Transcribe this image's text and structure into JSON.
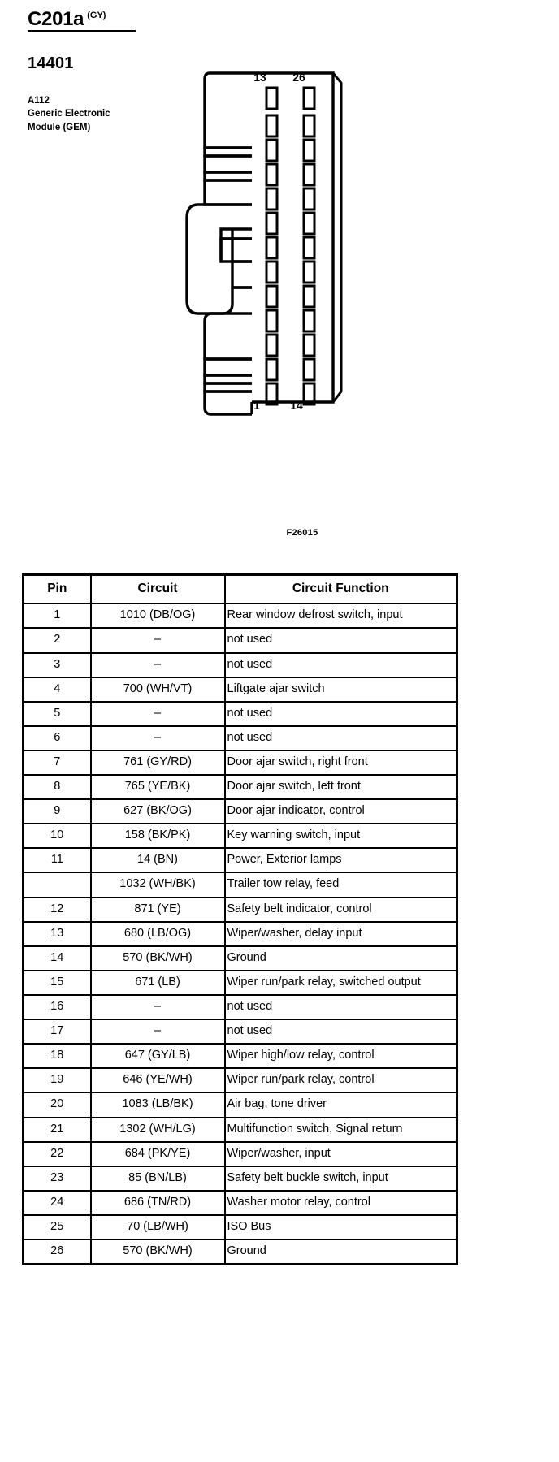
{
  "header": {
    "connector_id": "C201a",
    "connector_color": "(GY)",
    "part_number": "14401",
    "component_code": "A112",
    "component_name_line1": "Generic Electronic",
    "component_name_line2": "Module (GEM)"
  },
  "figure": {
    "caption": "F26015",
    "pin_labels": {
      "top_left": "13",
      "top_right": "26",
      "bottom_left": "1",
      "bottom_right": "14"
    },
    "cavity_rows": 13,
    "cavity_columns": 2
  },
  "table": {
    "columns": [
      "Pin",
      "Circuit",
      "Circuit Function"
    ],
    "rows": [
      {
        "pin": "1",
        "circuit": "1010 (DB/OG)",
        "function": "Rear window defrost switch, input"
      },
      {
        "pin": "2",
        "circuit": "–",
        "function": "not used"
      },
      {
        "pin": "3",
        "circuit": "–",
        "function": "not used"
      },
      {
        "pin": "4",
        "circuit": "700 (WH/VT)",
        "function": "Liftgate ajar switch"
      },
      {
        "pin": "5",
        "circuit": "–",
        "function": "not used"
      },
      {
        "pin": "6",
        "circuit": "–",
        "function": "not used"
      },
      {
        "pin": "7",
        "circuit": "761 (GY/RD)",
        "function": "Door ajar switch, right front"
      },
      {
        "pin": "8",
        "circuit": "765 (YE/BK)",
        "function": "Door ajar switch, left front"
      },
      {
        "pin": "9",
        "circuit": "627 (BK/OG)",
        "function": "Door ajar indicator, control"
      },
      {
        "pin": "10",
        "circuit": "158 (BK/PK)",
        "function": "Key warning switch, input"
      },
      {
        "pin": "11",
        "circuit": "14 (BN)",
        "function": "Power, Exterior lamps"
      },
      {
        "pin": "",
        "circuit": "1032 (WH/BK)",
        "function": "Trailer tow relay, feed"
      },
      {
        "pin": "12",
        "circuit": "871 (YE)",
        "function": "Safety belt indicator, control"
      },
      {
        "pin": "13",
        "circuit": "680 (LB/OG)",
        "function": "Wiper/washer, delay input"
      },
      {
        "pin": "14",
        "circuit": "570 (BK/WH)",
        "function": "Ground"
      },
      {
        "pin": "15",
        "circuit": "671 (LB)",
        "function": "Wiper run/park relay, switched output"
      },
      {
        "pin": "16",
        "circuit": "–",
        "function": "not used"
      },
      {
        "pin": "17",
        "circuit": "–",
        "function": "not used"
      },
      {
        "pin": "18",
        "circuit": "647 (GY/LB)",
        "function": "Wiper high/low relay, control"
      },
      {
        "pin": "19",
        "circuit": "646 (YE/WH)",
        "function": "Wiper run/park relay, control"
      },
      {
        "pin": "20",
        "circuit": "1083 (LB/BK)",
        "function": "Air bag, tone driver"
      },
      {
        "pin": "21",
        "circuit": "1302 (WH/LG)",
        "function": "Multifunction switch, Signal return"
      },
      {
        "pin": "22",
        "circuit": "684 (PK/YE)",
        "function": "Wiper/washer, input"
      },
      {
        "pin": "23",
        "circuit": "85 (BN/LB)",
        "function": "Safety belt buckle switch, input"
      },
      {
        "pin": "24",
        "circuit": "686 (TN/RD)",
        "function": "Washer motor relay, control"
      },
      {
        "pin": "25",
        "circuit": "70 (LB/WH)",
        "function": "ISO Bus"
      },
      {
        "pin": "26",
        "circuit": "570 (BK/WH)",
        "function": "Ground"
      }
    ]
  },
  "colors": {
    "ink": "#000000",
    "paper": "#ffffff"
  }
}
